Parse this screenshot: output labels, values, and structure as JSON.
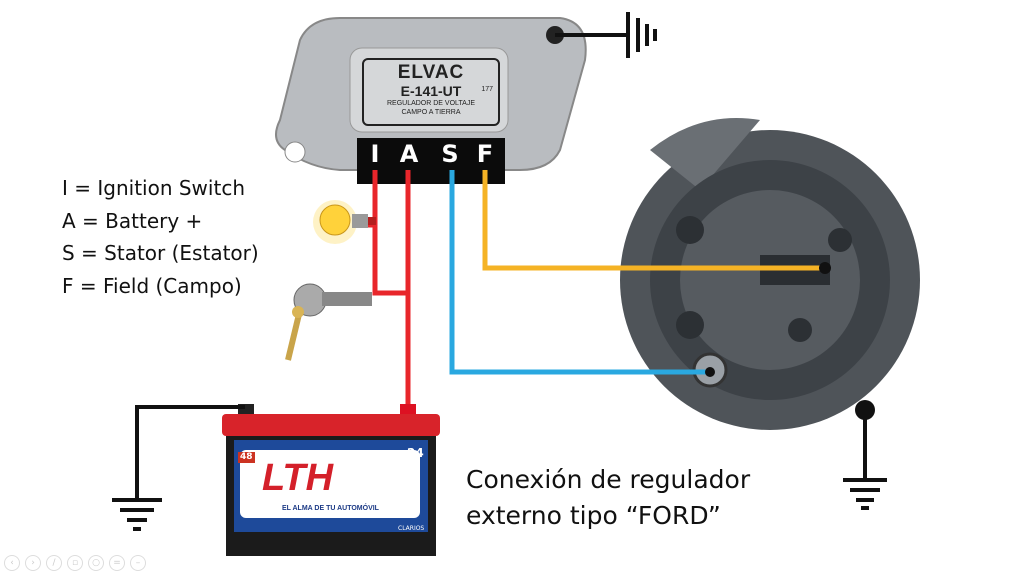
{
  "regulator": {
    "brand": "ELVAC",
    "model": "E-141-UT",
    "line1": "REGULADOR DE VOLTAJE",
    "line2": "CAMPO A TIERRA",
    "number": "177",
    "terminals": [
      "I",
      "A",
      "S",
      "F"
    ]
  },
  "legend": [
    "I = Ignition Switch",
    "A = Battery +",
    "S = Stator (Estator)",
    "F = Field (Campo)"
  ],
  "title": {
    "line1": "Conexión de regulador",
    "line2": "externo tipo “FORD”"
  },
  "battery": {
    "brand": "LTH",
    "slogan": "EL ALMA DE TU AUTOMÓVIL",
    "months": "48",
    "group": "24",
    "maker": "CLARIOS"
  },
  "colors": {
    "red_wire": "#e8262b",
    "blue_wire": "#2aa8e0",
    "yellow_wire": "#f5b325",
    "ground": "#111111"
  }
}
